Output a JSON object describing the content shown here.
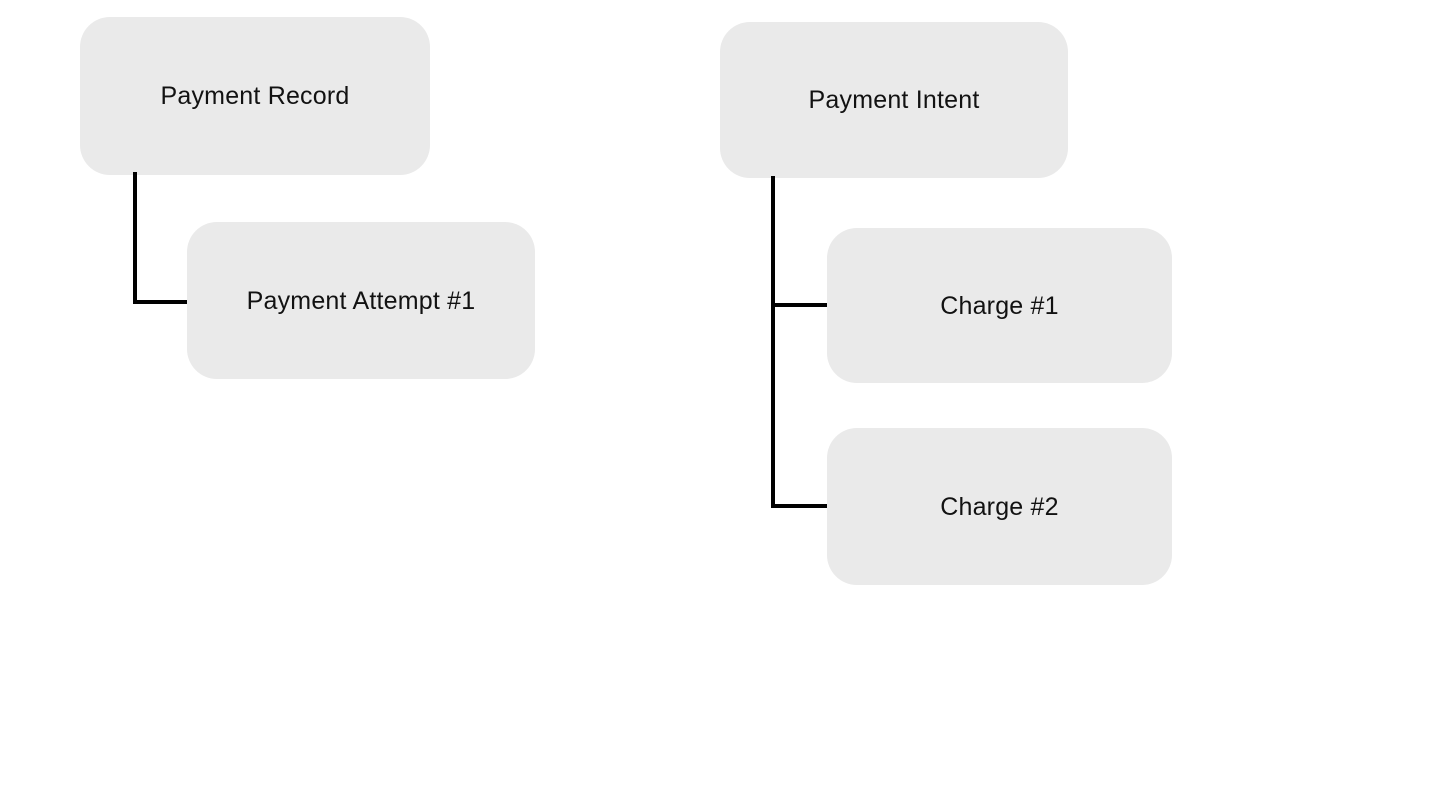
{
  "diagram": {
    "type": "tree",
    "background_color": "#ffffff",
    "node_fill_color": "#eaeaea",
    "node_text_color": "#121212",
    "connector_color": "#000000",
    "trees": [
      {
        "name": "payment-record-tree",
        "root": {
          "label": "Payment Record"
        },
        "children": [
          {
            "label": "Payment Attempt #1"
          }
        ]
      },
      {
        "name": "payment-intent-tree",
        "root": {
          "label": "Payment Intent"
        },
        "children": [
          {
            "label": "Charge #1"
          },
          {
            "label": "Charge #2"
          }
        ]
      }
    ]
  }
}
